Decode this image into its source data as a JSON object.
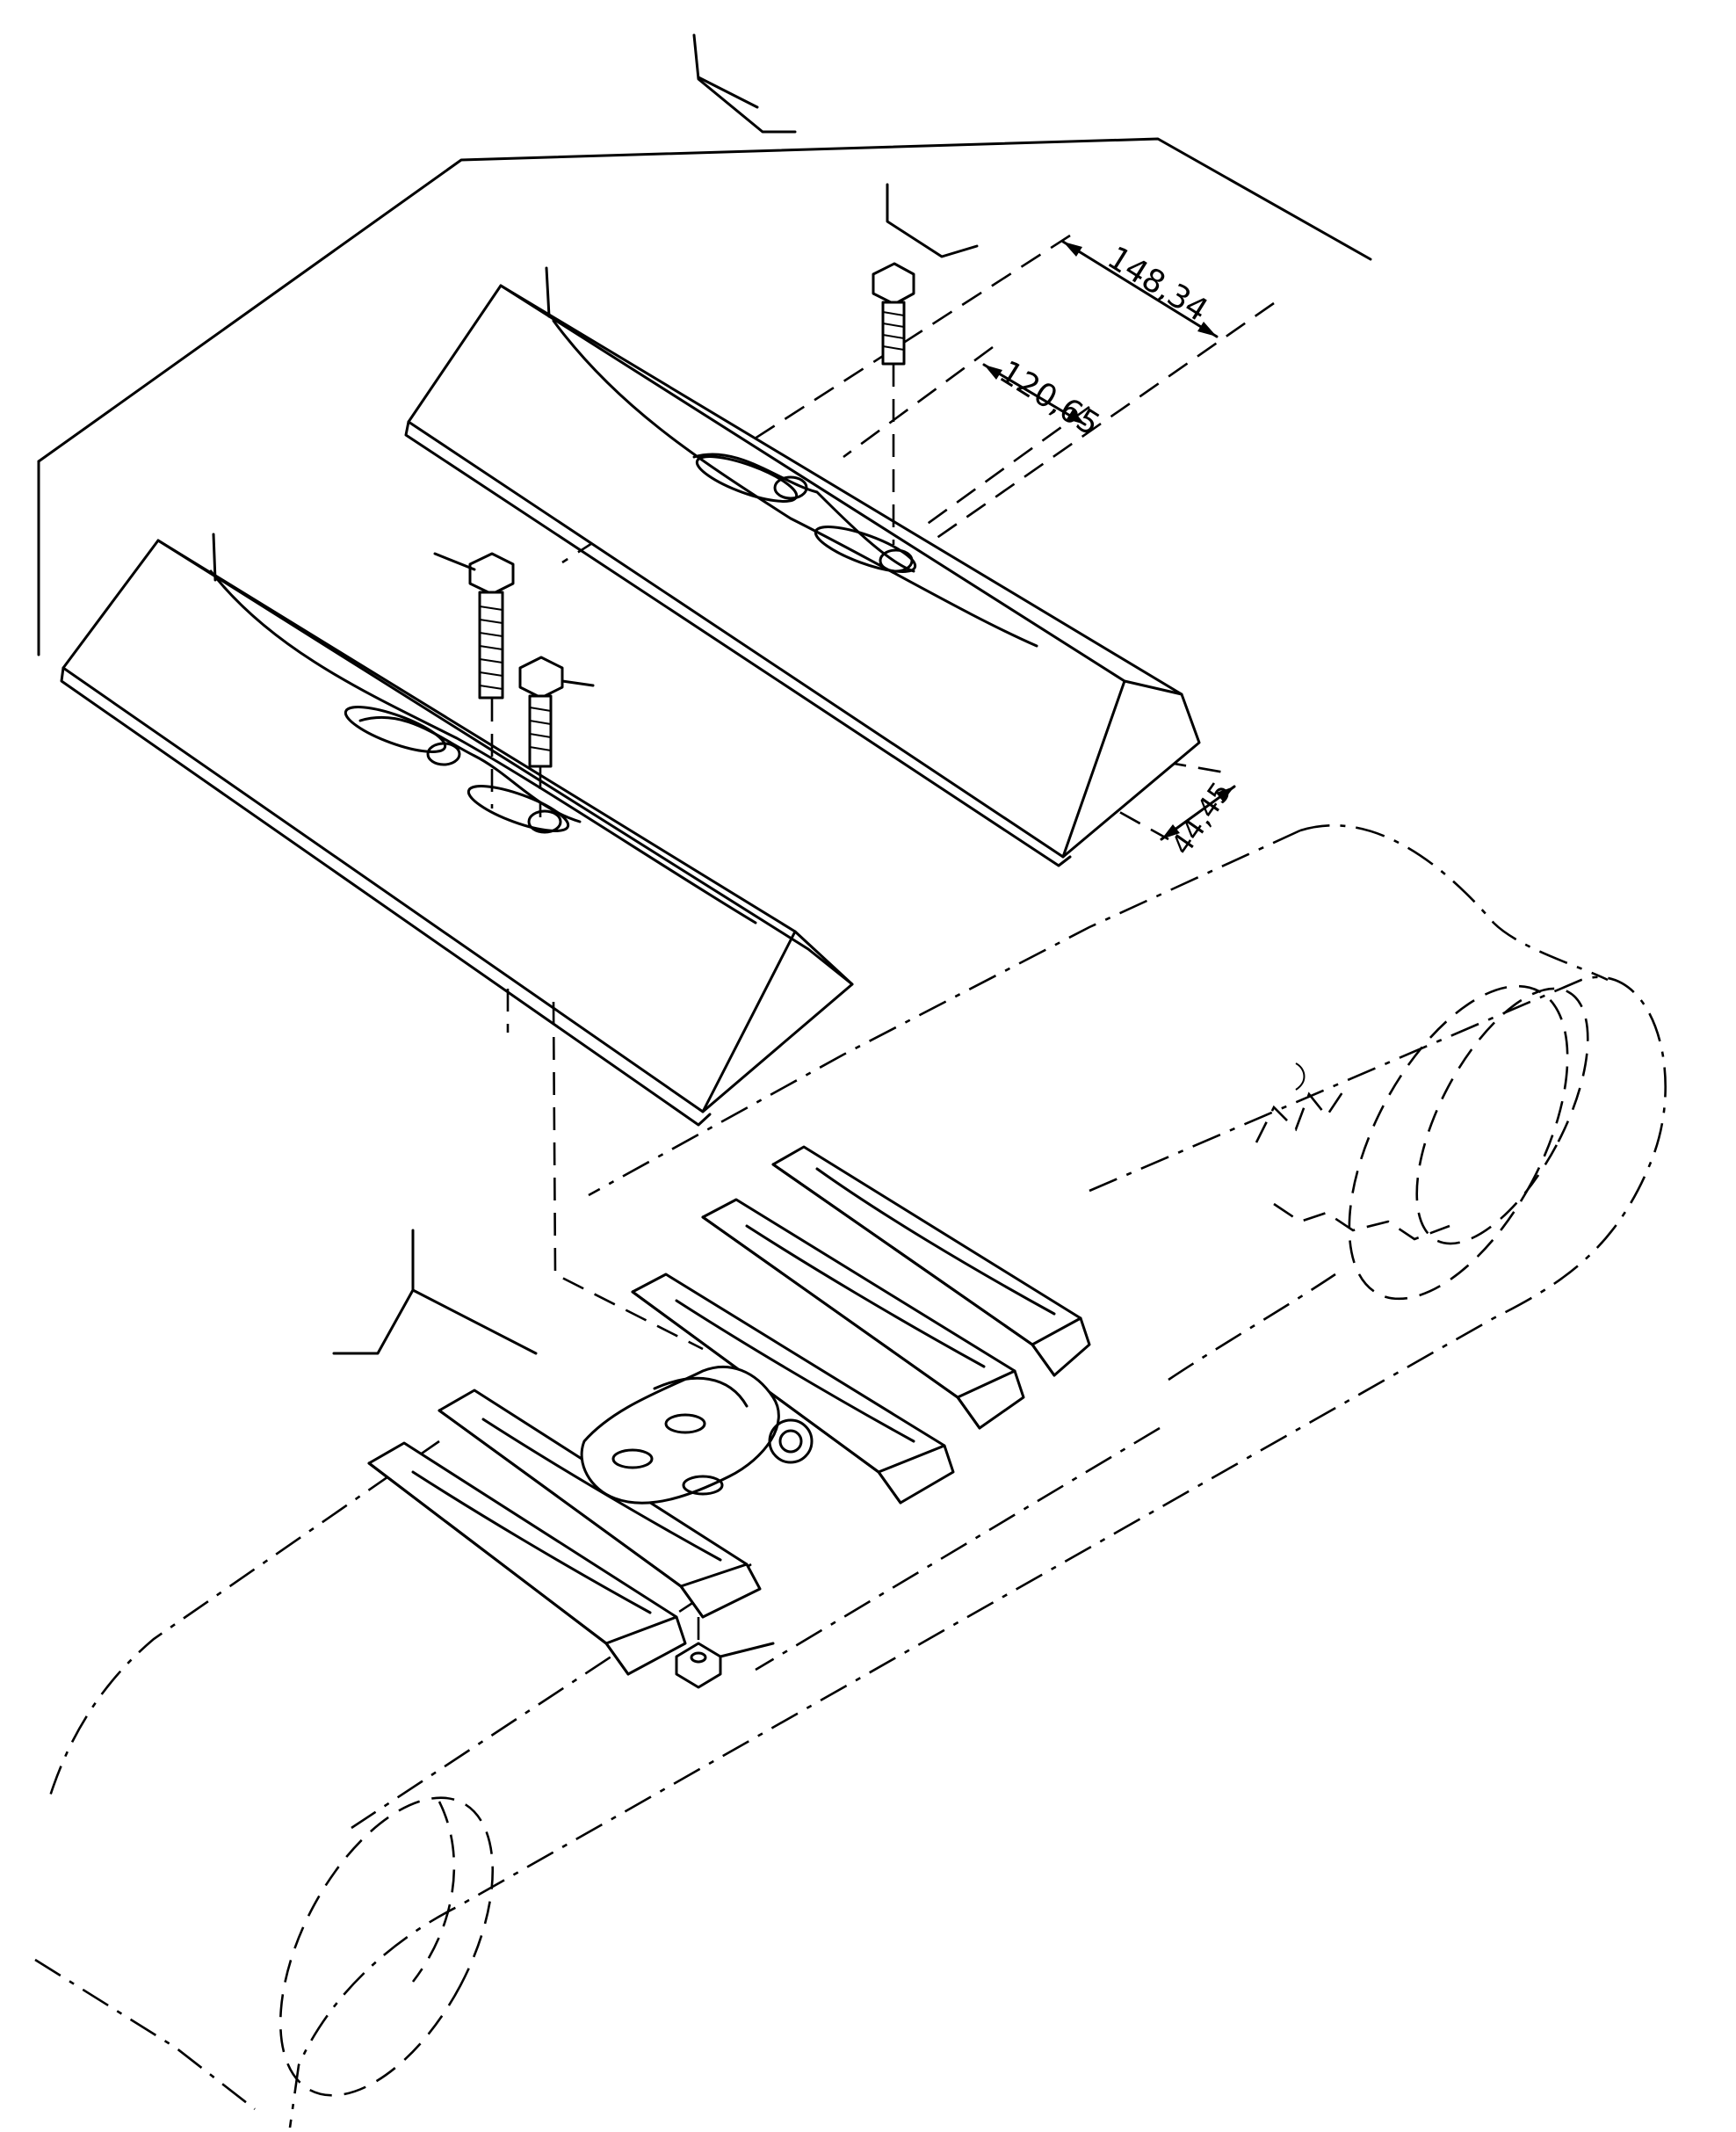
{
  "dimensions": {
    "shoe_pitch_outer": "148,34",
    "shoe_pitch_inner": "120,65",
    "shoe_height": "44,45"
  },
  "colors": {
    "ink": "#000000",
    "paper": "#ffffff"
  }
}
